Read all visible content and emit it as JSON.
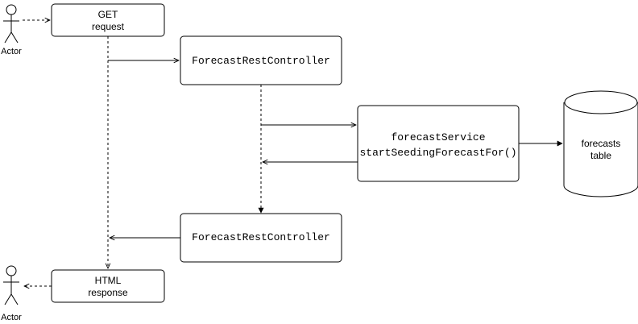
{
  "actors": {
    "top": "Actor",
    "bottom": "Actor"
  },
  "boxes": {
    "get_request": {
      "line1": "GET",
      "line2": "request"
    },
    "controller_top": "ForecastRestController",
    "service": {
      "line1": "forecastService",
      "line2": "startSeedingForecastFor()"
    },
    "controller_bottom": "ForecastRestController",
    "html_response": {
      "line1": "HTML",
      "line2": "response"
    }
  },
  "database": {
    "line1": "forecasts",
    "line2": "table"
  }
}
